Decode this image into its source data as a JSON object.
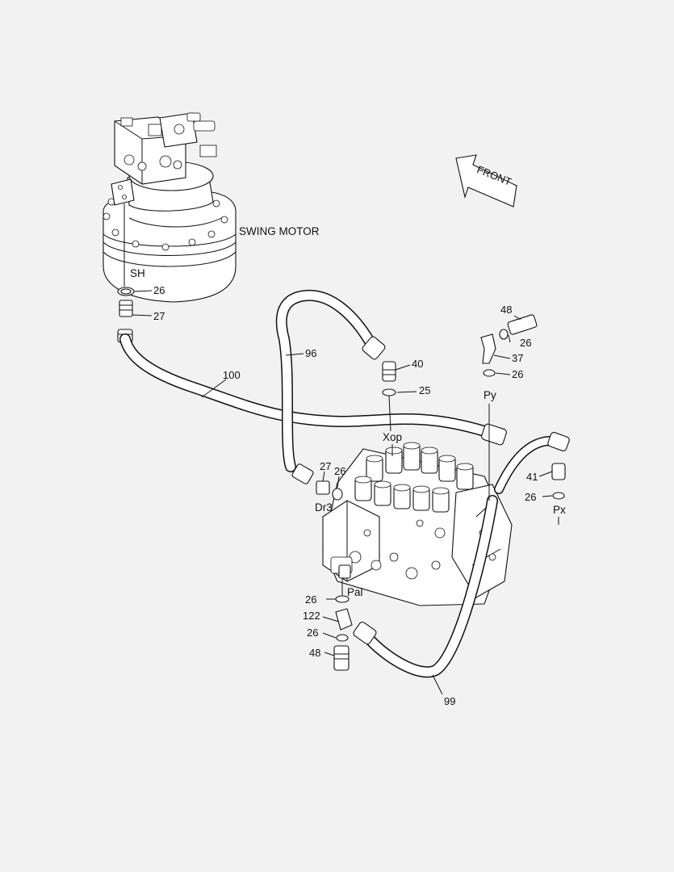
{
  "labels": {
    "swing_motor": "SWING MOTOR",
    "front": "FRONT",
    "sh": "SH",
    "xop": "Xop",
    "py": "Py",
    "px": "Px",
    "dr3": "Dr3",
    "pal": "Pal"
  },
  "callouts": {
    "c26_sh": "26",
    "c27_sh": "27",
    "c100": "100",
    "c96": "96",
    "c40": "40",
    "c25": "25",
    "c48_top": "48",
    "c26_top": "26",
    "c37": "37",
    "c26_py": "26",
    "c27_dr3": "27",
    "c26_dr3": "26",
    "c41": "41",
    "c26_px": "26",
    "c26_pal": "26",
    "c122": "122",
    "c26_low": "26",
    "c48_low": "48",
    "c99": "99"
  },
  "colors": {
    "background": "#f2f2f2",
    "line": "#111111",
    "fill": "#ffffff"
  }
}
